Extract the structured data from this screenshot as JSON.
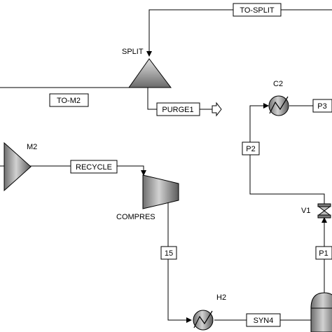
{
  "blocks": {
    "split": "SPLIT",
    "c2": "C2",
    "m2": "M2",
    "compres": "COMPRES",
    "h2": "H2",
    "v1": "V1"
  },
  "streams": {
    "to_split": "TO-SPLIT",
    "to_m2": "TO-M2",
    "purge1": "PURGE1",
    "p3": "P3",
    "p2": "P2",
    "recycle": "RECYCLE",
    "s15": "15",
    "p1": "P1",
    "syn4": "SYN4"
  },
  "colors": {
    "equipment_fill": "#a8a8a8",
    "line": "#000000",
    "background": "#ffffff"
  },
  "icons": {
    "split": "triangle-splitter-icon",
    "mixer": "triangle-mixer-icon",
    "compressor": "trapezoid-compressor-icon",
    "heater": "circle-heat-exchanger-icon",
    "valve": "valve-icon",
    "reactor": "vessel-reactor-icon",
    "product": "open-arrow-product-icon"
  }
}
